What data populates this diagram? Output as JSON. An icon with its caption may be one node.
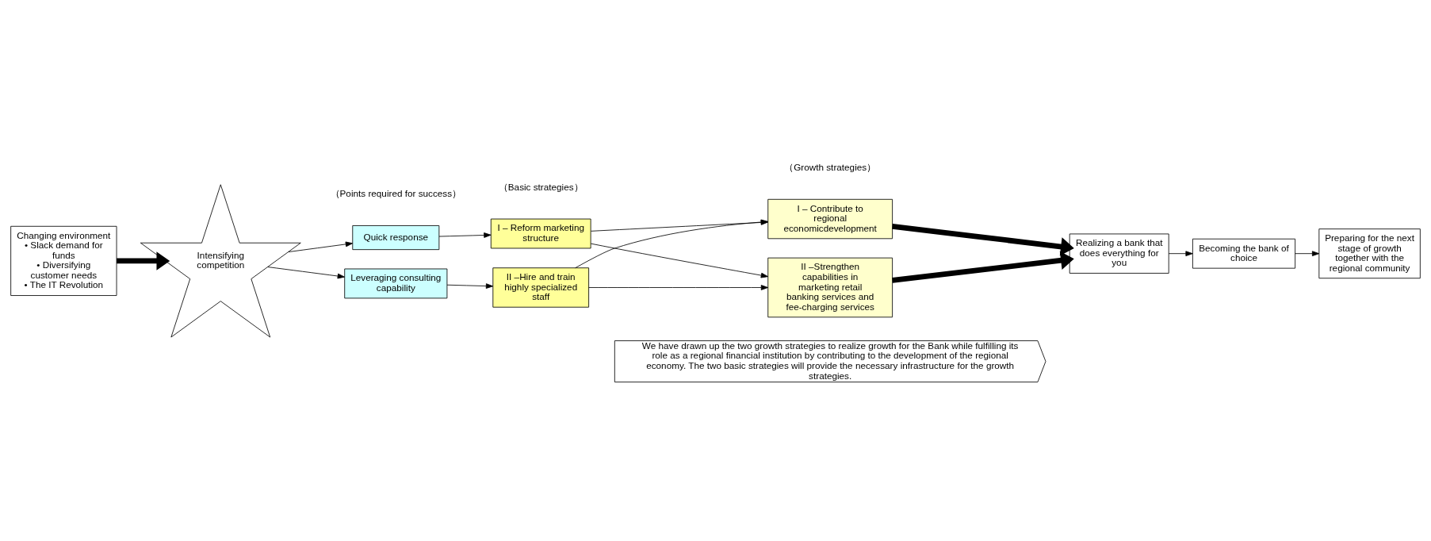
{
  "diagram": {
    "nodes": [
      {
        "text": [
          "Changing environment",
          "• Slack demand for funds",
          "• Diversifying customer needs",
          "• The IT Revolution"
        ]
      },
      {
        "text": [
          "Intensifying competition"
        ]
      },
      {
        "text": [
          "Quick response"
        ]
      },
      {
        "text": [
          "Leveraging consulting capability"
        ]
      },
      {
        "text": [
          "I – Reform marketing structure"
        ]
      },
      {
        "text": [
          "II –Hire and train highly specialized staff"
        ]
      },
      {
        "text": [
          "I – Contribute to regional economicdevelopment"
        ]
      },
      {
        "text": [
          "II –Strengthen capabilities in marketing retail banking services and fee-charging services"
        ]
      },
      {
        "text": [
          "Realizing a bank that does everything for you"
        ]
      },
      {
        "text": [
          "Becoming the bank of choice"
        ]
      },
      {
        "text": [
          "Preparing for the next stage of growth together with the regional community"
        ]
      },
      {
        "text": [
          "We have drawn up the two growth strategies to realize growth for the Bank while fulfilling its role as a regional financial institution by contributing to the development of the regional economy. The two basic strategies will provide the necessary infrastructure for the growth strategies."
        ]
      }
    ],
    "edges": [
      {
        "from": 0,
        "to": 1,
        "arrow": "to",
        "style": "thick"
      },
      {
        "from": 1,
        "to": 2,
        "arrow": "to"
      },
      {
        "from": 1,
        "to": 3,
        "arrow": "to"
      },
      {
        "from": 2,
        "to": 4,
        "arrow": "to"
      },
      {
        "from": 3,
        "to": 5,
        "arrow": "to"
      },
      {
        "from": 4,
        "to": 6,
        "arrow": "to"
      },
      {
        "from": 4,
        "to": 7,
        "arrow": "to"
      },
      {
        "from": 5,
        "to": 6,
        "arrow": "to"
      },
      {
        "from": 5,
        "to": 7,
        "arrow": "to"
      },
      {
        "from": 6,
        "to": 8,
        "arrow": "to",
        "style": "thick"
      },
      {
        "from": 7,
        "to": 8,
        "arrow": "to",
        "style": "thick"
      },
      {
        "from": 8,
        "to": 9,
        "arrow": "to"
      },
      {
        "from": 9,
        "to": 10,
        "arrow": "to"
      }
    ],
    "labels": [
      "（Points required for success）",
      "（Basic strategies）",
      "（Growth strategies）"
    ]
  }
}
